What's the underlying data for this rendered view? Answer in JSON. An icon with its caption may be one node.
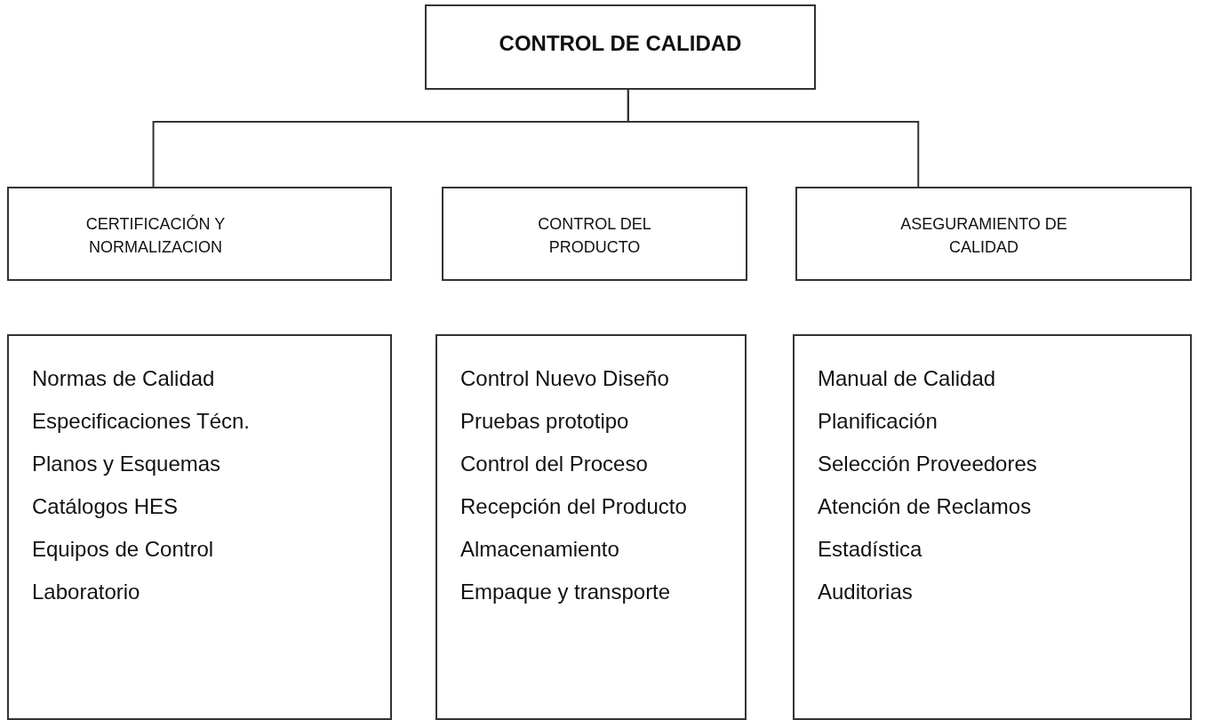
{
  "diagram": {
    "nodes": [
      {
        "text": [
          "CONTROL DE CALIDAD"
        ]
      },
      {
        "text": [
          "CERTIFICACIÓN Y NORMALIZACION"
        ]
      },
      {
        "text": [
          "CONTROL DEL PRODUCTO"
        ]
      },
      {
        "text": [
          "ASEGURAMIENTO DE CALIDAD"
        ]
      },
      {
        "text": [
          "Normas de Calidad",
          "Especificaciones Técn.",
          "Planos y Esquemas",
          "Catálogos HES",
          "Equipos de Control",
          "Laboratorio"
        ]
      },
      {
        "text": [
          "Control Nuevo Diseño",
          "Pruebas prototipo",
          "Control del Proceso",
          "Recepción del Producto",
          "Almacenamiento",
          "Empaque y transporte"
        ]
      },
      {
        "text": [
          "Manual de Calidad",
          "Planificación",
          "Selección Proveedores",
          "Atención de Reclamos",
          "Estadística",
          "Auditorias"
        ]
      }
    ],
    "edges": [
      {
        "from": 0,
        "to": 1,
        "arrow": "none"
      },
      {
        "from": 0,
        "to": 3,
        "arrow": "none"
      }
    ]
  }
}
